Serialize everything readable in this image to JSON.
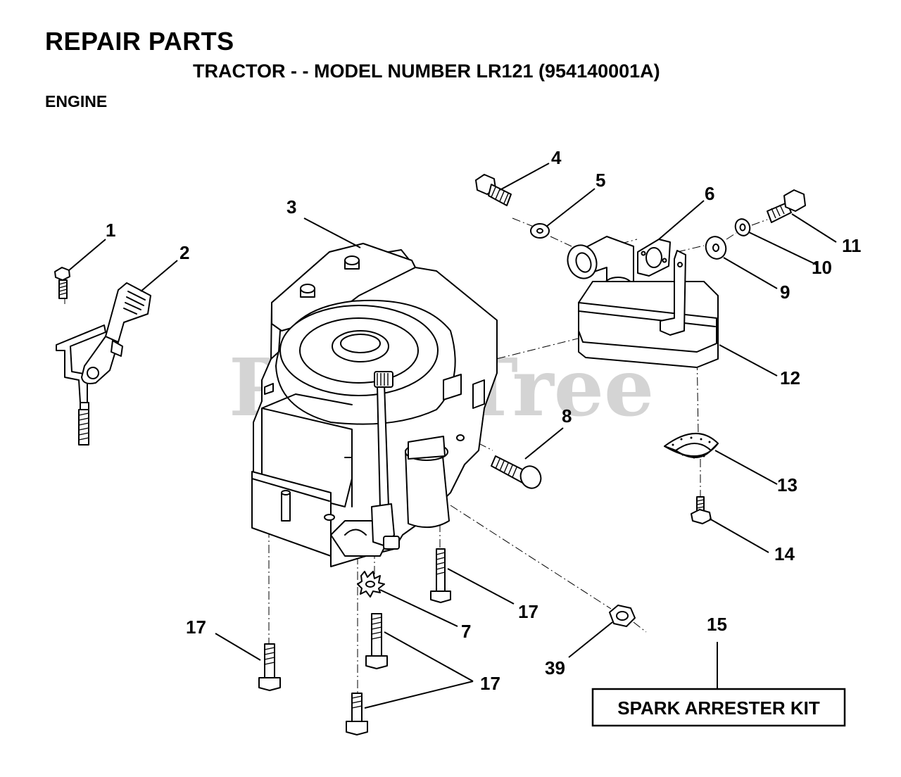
{
  "header": {
    "title": "REPAIR PARTS",
    "subtitle": "TRACTOR - - MODEL NUMBER LR121 (954140001A)",
    "section": "ENGINE"
  },
  "watermark": {
    "text": "PartsTree",
    "mark": "™"
  },
  "callouts": {
    "c1": "1",
    "c2": "2",
    "c3": "3",
    "c4": "4",
    "c5": "5",
    "c6": "6",
    "c7": "7",
    "c8": "8",
    "c9": "9",
    "c10": "10",
    "c11": "11",
    "c12": "12",
    "c13": "13",
    "c14": "14",
    "c15": "15",
    "c17a": "17",
    "c17b": "17",
    "c17c": "17",
    "c39": "39"
  },
  "kit_box": {
    "label": "SPARK ARRESTER KIT"
  }
}
